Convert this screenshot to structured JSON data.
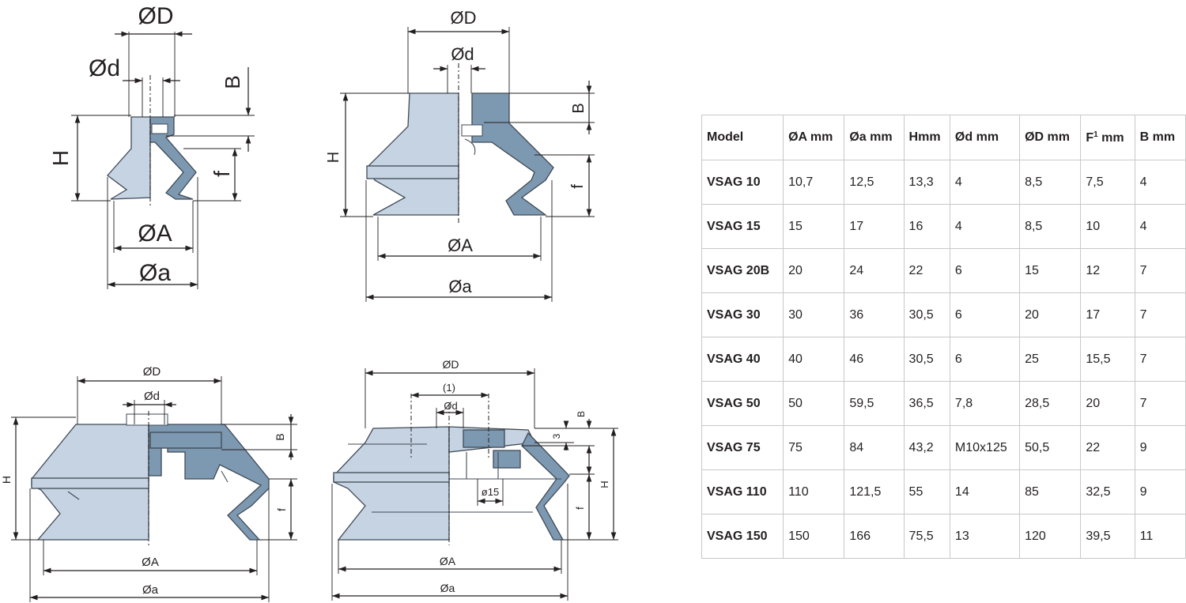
{
  "drawing_labels": {
    "D": "ØD",
    "d": "Ød",
    "A": "ØA",
    "a": "Øa",
    "H": "H",
    "B": "B",
    "f": "f",
    "note1": "(1)",
    "d15": "ø15",
    "three": "3"
  },
  "table": {
    "headers": [
      "Model",
      "ØA mm",
      "Øa mm",
      "Hmm",
      "Ød mm",
      "ØD mm",
      "F",
      "B mm"
    ],
    "header_f_sup": "1",
    "header_f_unit": " mm",
    "rows": [
      [
        "VSAG 10",
        "10,7",
        "12,5",
        "13,3",
        "4",
        "8,5",
        "7,5",
        "4"
      ],
      [
        "VSAG 15",
        "15",
        "17",
        "16",
        "4",
        "8,5",
        "10",
        "4"
      ],
      [
        "VSAG 20B",
        "20",
        "24",
        "22",
        "6",
        "15",
        "12",
        "7"
      ],
      [
        "VSAG 30",
        "30",
        "36",
        "30,5",
        "6",
        "20",
        "17",
        "7"
      ],
      [
        "VSAG 40",
        "40",
        "46",
        "30,5",
        "6",
        "25",
        "15,5",
        "7"
      ],
      [
        "VSAG 50",
        "50",
        "59,5",
        "36,5",
        "7,8",
        "28,5",
        "20",
        "7"
      ],
      [
        "VSAG 75",
        "75",
        "84",
        "43,2",
        "M10x125",
        "50,5",
        "22",
        "9"
      ],
      [
        "VSAG 110",
        "110",
        "121,5",
        "55",
        "14",
        "85",
        "32,5",
        "9"
      ],
      [
        "VSAG 150",
        "150",
        "166",
        "75,5",
        "13",
        "120",
        "39,5",
        "11"
      ]
    ]
  },
  "colors": {
    "body": "#c5d3e2",
    "section": "#7d98b1",
    "grid": "#c8c8c8"
  }
}
